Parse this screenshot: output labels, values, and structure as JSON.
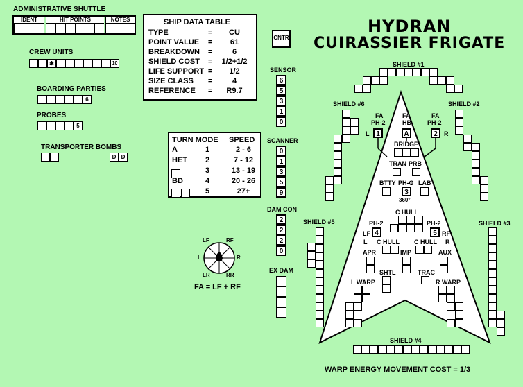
{
  "title_line1": "HYDRAN",
  "title_line2": "CUIRASSIER FRIGATE",
  "admin_shuttle": {
    "label": "ADMINISTRATIVE SHUTTLE",
    "cols": [
      "IDENT",
      "HIT POINTS",
      "NOTES"
    ]
  },
  "crew_units": {
    "label": "CREW UNITS",
    "marker": "✱",
    "count": "10"
  },
  "boarding_parties": {
    "label": "BOARDING PARTIES",
    "count": "6"
  },
  "probes": {
    "label": "PROBES",
    "count": "5"
  },
  "transporter_bombs": {
    "label": "TRANSPORTER BOMBS",
    "marks": [
      "D",
      "D"
    ]
  },
  "ship_data": {
    "title": "SHIP DATA TABLE",
    "rows": [
      {
        "k": "TYPE",
        "v": "CU"
      },
      {
        "k": "POINT VALUE",
        "v": "61"
      },
      {
        "k": "BREAKDOWN",
        "v": "6"
      },
      {
        "k": "SHIELD COST",
        "v": "1/2+1/2"
      },
      {
        "k": "LIFE SUPPORT",
        "v": "1/2"
      },
      {
        "k": "SIZE CLASS",
        "v": "4"
      },
      {
        "k": "REFERENCE",
        "v": "R9.7"
      }
    ],
    "eq": "="
  },
  "turn_mode": {
    "h1": "TURN MODE",
    "h2": "SPEED",
    "rows": [
      {
        "m": "A",
        "n": "1",
        "s": "2 - 6"
      },
      {
        "m": "HET",
        "n": "2",
        "s": "7 - 12"
      },
      {
        "m": "",
        "n": "3",
        "s": "13 - 19"
      },
      {
        "m": "BD",
        "n": "4",
        "s": "20 - 26"
      },
      {
        "m": "",
        "n": "5",
        "s": "27+"
      }
    ]
  },
  "cntr": "CNTR",
  "sensor": {
    "label": "SENSOR",
    "values": [
      "6",
      "5",
      "3",
      "1",
      "0"
    ]
  },
  "scanner": {
    "label": "SCANNER",
    "values": [
      "0",
      "1",
      "3",
      "5",
      "9"
    ]
  },
  "damcon": {
    "label": "DAM CON",
    "values": [
      "2",
      "2",
      "2",
      "0"
    ]
  },
  "exdam": {
    "label": "EX DAM"
  },
  "compass": {
    "lf": "LF",
    "rf": "RF",
    "l": "L",
    "r": "R",
    "lr": "LR",
    "rr": "RR",
    "formula": "FA = LF + RF"
  },
  "shields": {
    "s1": "SHIELD #1",
    "s2": "SHIELD #2",
    "s3": "SHIELD #3",
    "s4": "SHIELD #4",
    "s5": "SHIELD #5",
    "s6": "SHIELD #6"
  },
  "weapons": {
    "fa1": "FA",
    "ph2a": "PH-2",
    "w1": "1",
    "l1": "L",
    "fa2": "FA",
    "hb": "HB",
    "wa": "A",
    "fa3": "FA",
    "ph2b": "PH-2",
    "w2": "2",
    "r2": "R",
    "bridge": "BRIDGE",
    "tran": "TRAN",
    "prb": "PRB",
    "btty": "BTTY",
    "phg": "PH-G",
    "lab": "LAB",
    "w3": "3",
    "arc": "360°",
    "chull": "C HULL",
    "ph2c": "PH-2",
    "lf4": "LF",
    "w4": "4",
    "l4": "L",
    "ph2d": "PH-2",
    "w5": "5",
    "rf5": "RF",
    "r5": "R",
    "chull_l": "C HULL",
    "chull_r": "C HULL",
    "apr": "APR",
    "imp": "IMP",
    "aux": "AUX",
    "shtl": "SHTL",
    "trac": "TRAC",
    "lwarp": "L WARP",
    "rwarp": "R WARP"
  },
  "warp_cost": "WARP ENERGY MOVEMENT COST = 1/3"
}
